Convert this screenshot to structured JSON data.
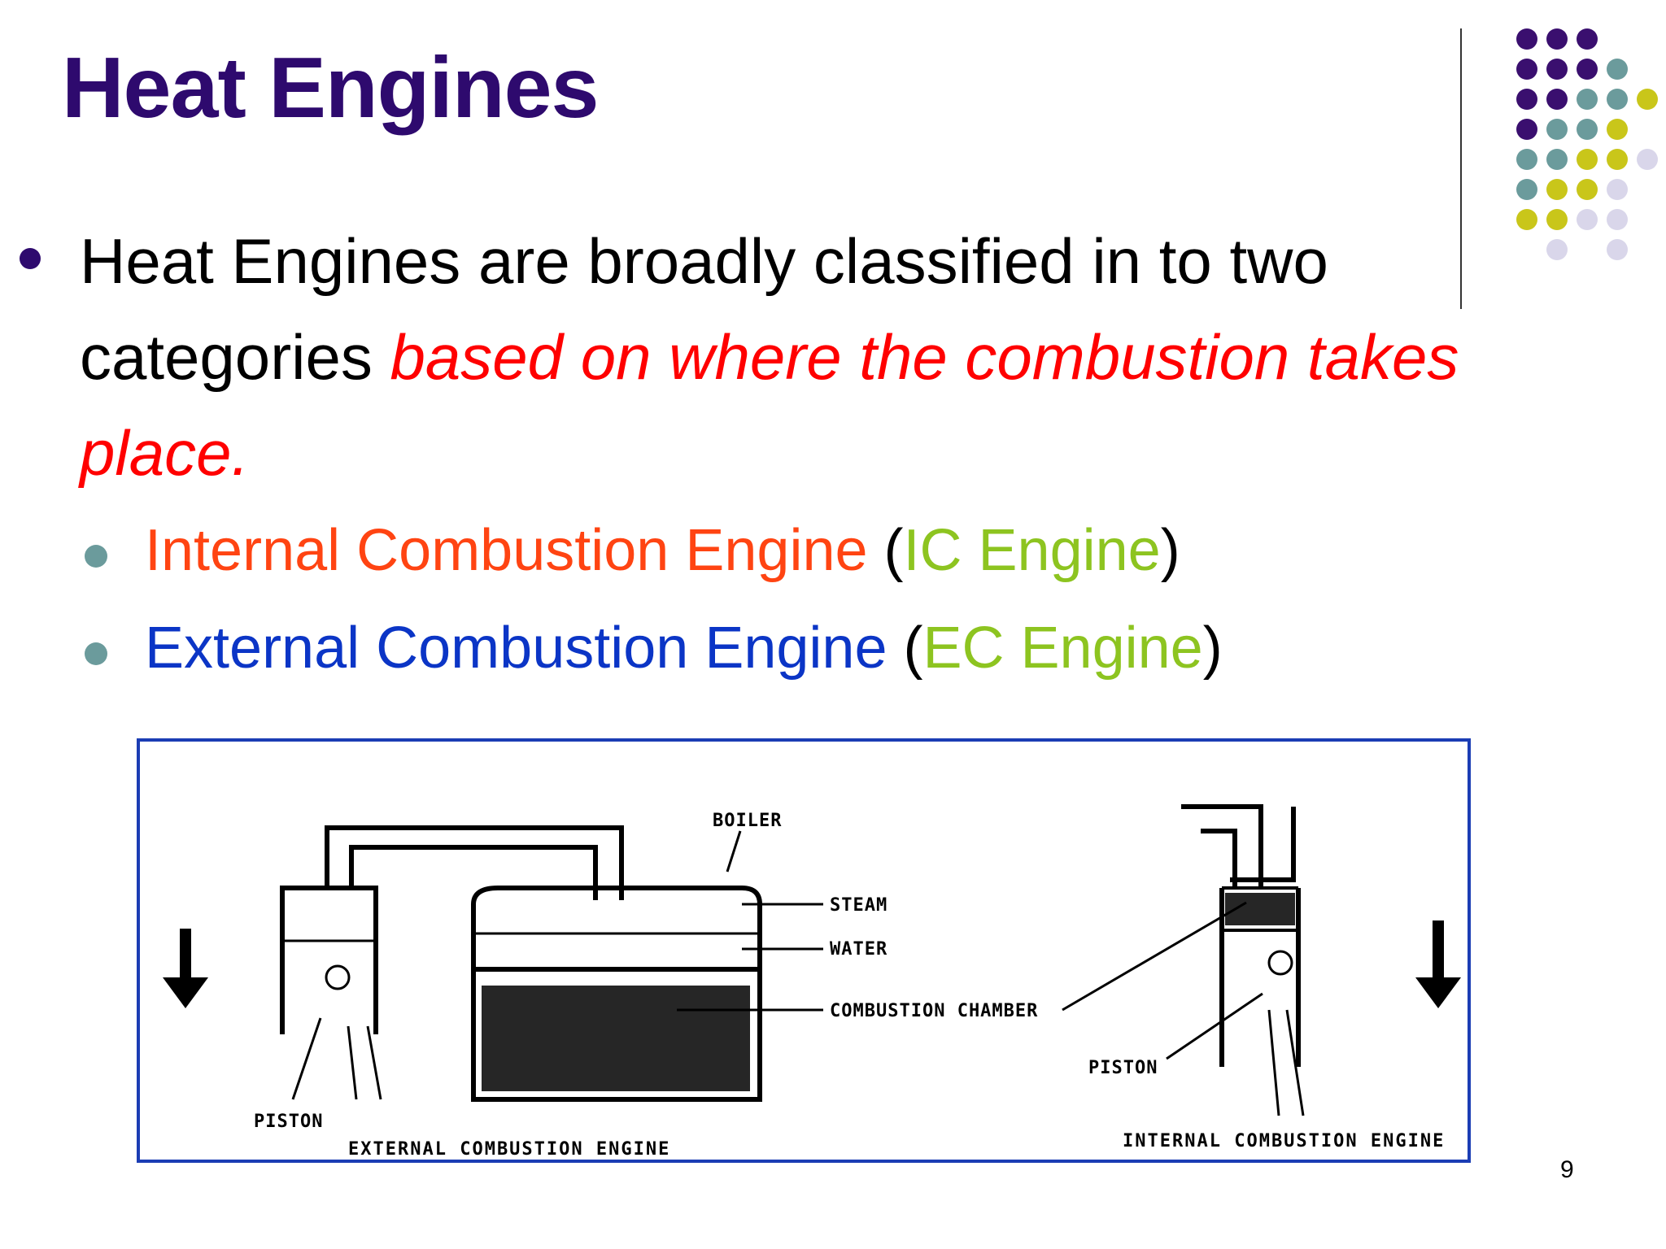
{
  "slide": {
    "title": "Heat Engines",
    "bullet": {
      "text_plain": "Heat Engines are broadly classified in to two categories ",
      "text_emphasis": "based on where the combustion takes place."
    },
    "sub_bullets": [
      {
        "name": "Internal Combustion Engine",
        "open": " (",
        "abbr": "IC Engine",
        "close": ")"
      },
      {
        "name": "External Combustion Engine",
        "open": " (",
        "abbr": "EC Engine",
        "close": ")"
      }
    ],
    "page_number": "9"
  },
  "figure": {
    "labels": {
      "boiler": "BOILER",
      "steam": "STEAM",
      "water": "WATER",
      "combustion_chamber": "COMBUSTION CHAMBER",
      "piston_left": "PISTON",
      "piston_right": "PISTON",
      "caption_left": "EXTERNAL COMBUSTION ENGINE",
      "caption_right": "INTERNAL COMBUSTION ENGINE"
    }
  },
  "colors": {
    "title": "#2e0a6e",
    "emphasis": "#ff0000",
    "ic_name": "#ff4412",
    "ec_name": "#0b35c6",
    "abbr": "#8dc420",
    "frame": "#1b3db4",
    "dot_purple": "#3a0f6f",
    "dot_teal": "#6b9b9c",
    "dot_yellow": "#c9c61a",
    "dot_lavender": "#d9d6ea"
  }
}
